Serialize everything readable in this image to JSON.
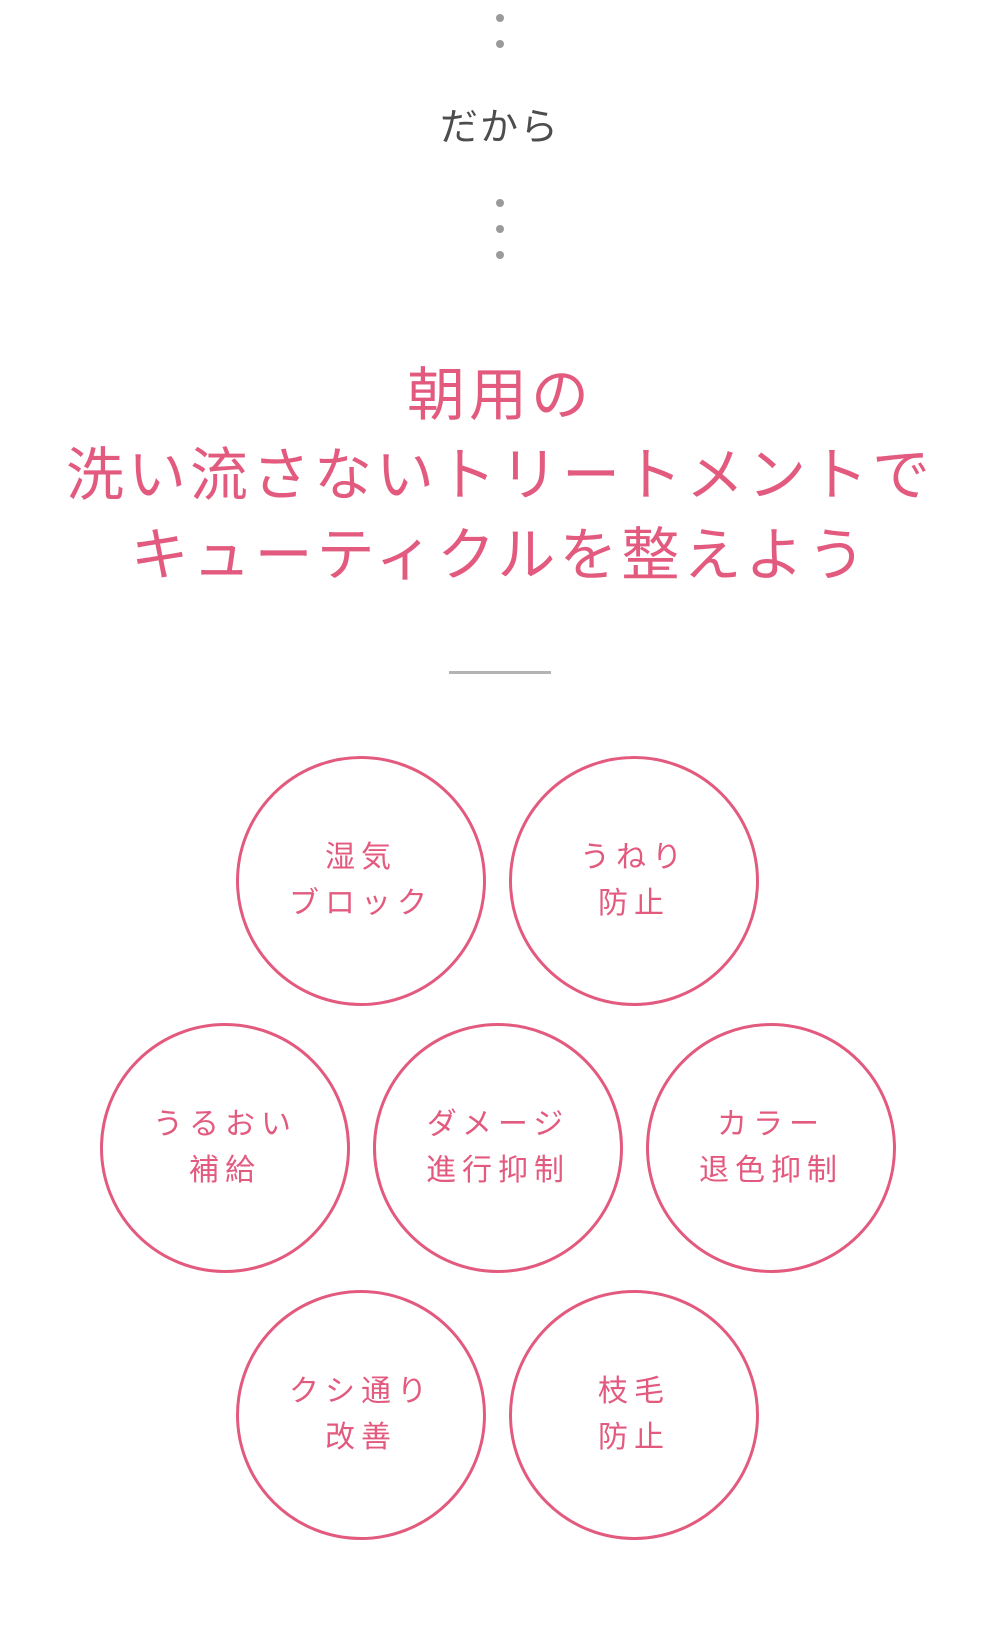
{
  "lead_text": "だから",
  "heading": {
    "lines": [
      "朝用の",
      "洗い流さないトリートメントで",
      "キューティクルを整えよう"
    ]
  },
  "benefits": [
    {
      "line1": "湿気",
      "line2": "ブロック"
    },
    {
      "line1": "うねり",
      "line2": "防止"
    },
    {
      "line1": "うるおい",
      "line2": "補給"
    },
    {
      "line1": "ダメージ",
      "line2": "進行抑制"
    },
    {
      "line1": "カラー",
      "line2": "退色抑制"
    },
    {
      "line1": "クシ通り",
      "line2": "改善"
    },
    {
      "line1": "枝毛",
      "line2": "防止"
    }
  ],
  "colors": {
    "accent": "#e35a7f",
    "lead_text": "#4d4d4d",
    "dots": "#9a9a9a",
    "divider": "#b3b3b3"
  }
}
